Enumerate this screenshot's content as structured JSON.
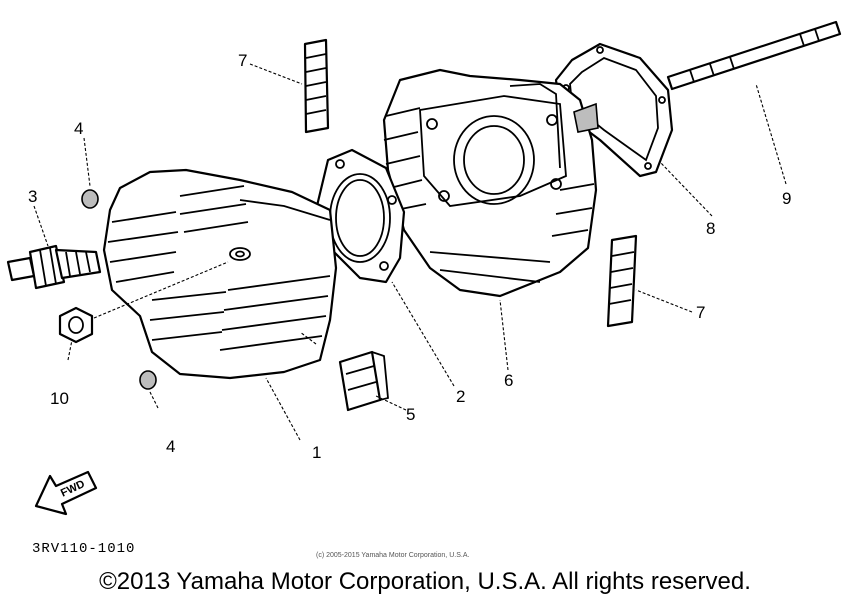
{
  "diagram": {
    "callouts": {
      "c1": "1",
      "c2": "2",
      "c3": "3",
      "c4a": "4",
      "c4b": "4",
      "c5": "5",
      "c6": "6",
      "c7a": "7",
      "c7b": "7",
      "c8": "8",
      "c9": "9",
      "c10": "10"
    },
    "fwd_label": "FWD"
  },
  "footer": {
    "part_code": "3RV110-1010",
    "small_copyright": "(c) 2005-2015 Yamaha Motor Corporation, U.S.A.",
    "copyright": "©2013 Yamaha Motor Corporation, U.S.A. All rights reserved."
  }
}
